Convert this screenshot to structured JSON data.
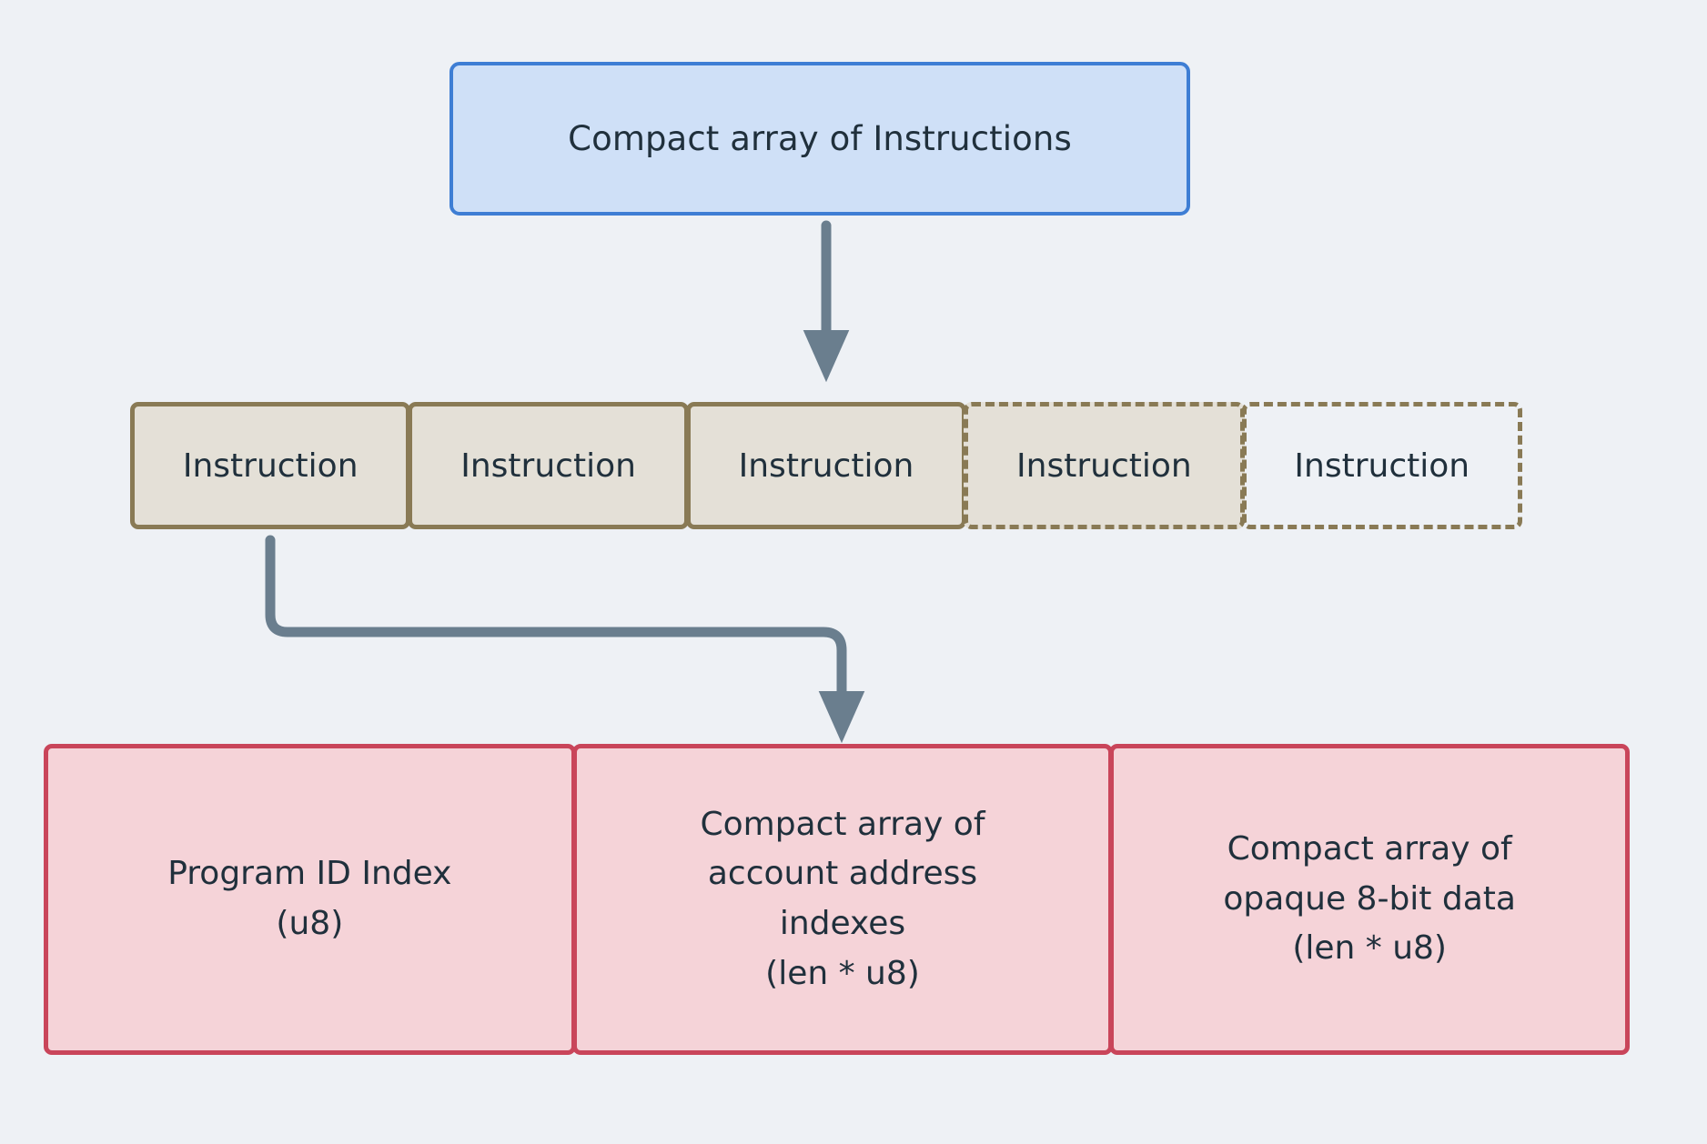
{
  "diagram": {
    "title_node": {
      "label": "Compact array of Instructions",
      "fill": "#cfe0f7",
      "stroke": "#3e7ed4"
    },
    "instruction_strip": {
      "fill": "#e4e0d7",
      "stroke": "#897a55",
      "cells": [
        {
          "label": "Instruction",
          "style": "solid"
        },
        {
          "label": "Instruction",
          "style": "solid"
        },
        {
          "label": "Instruction",
          "style": "solid"
        },
        {
          "label": "Instruction",
          "style": "dashed-filled"
        },
        {
          "label": "Instruction",
          "style": "dashed-empty"
        }
      ]
    },
    "instruction_fields": {
      "fill": "#f5d3d8",
      "stroke": "#c9455a",
      "cells": [
        {
          "lines": [
            "Program ID Index",
            "(u8)"
          ]
        },
        {
          "lines": [
            "Compact array of",
            "account address",
            "indexes",
            "(len * u8)"
          ]
        },
        {
          "lines": [
            "Compact array of",
            "opaque 8-bit data",
            "(len * u8)"
          ]
        }
      ]
    },
    "connectors": [
      {
        "name": "array-to-instruction-arrow",
        "shape": "straight-down",
        "color": "#6a7e8e"
      },
      {
        "name": "instruction-to-fields-arrow",
        "shape": "elbow-right-down",
        "color": "#6a7e8e"
      }
    ],
    "background": "#eef1f5"
  }
}
